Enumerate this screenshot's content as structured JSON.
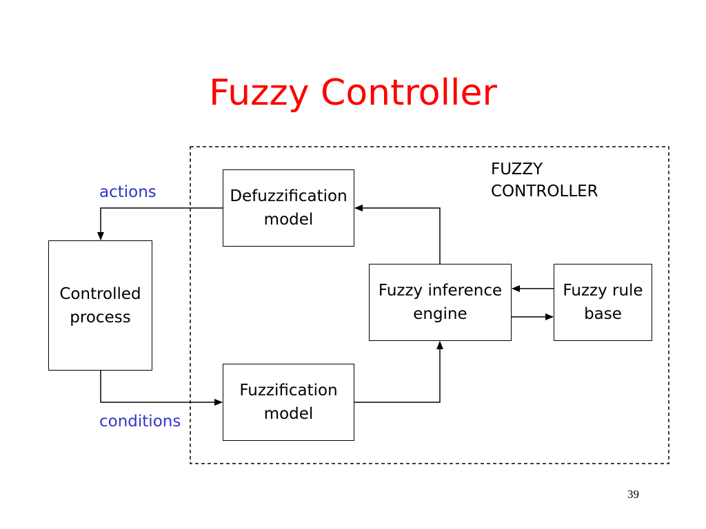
{
  "slide": {
    "title": "Fuzzy Controller",
    "page_number": "39"
  },
  "colors": {
    "title": "#ff0000",
    "edge_labels": "#3333cc",
    "lines": "#000000"
  },
  "diagram": {
    "group": {
      "label_line1": "FUZZY",
      "label_line2": "CONTROLLER"
    },
    "nodes": {
      "controlled_process": {
        "line1": "Controlled",
        "line2": "process"
      },
      "defuzzification": {
        "line1": "Defuzzification",
        "line2": "model"
      },
      "fuzzification": {
        "line1": "Fuzzification",
        "line2": "model"
      },
      "inference": {
        "line1": "Fuzzy inference",
        "line2": "engine"
      },
      "rulebase": {
        "line1": "Fuzzy rule",
        "line2": "base"
      }
    },
    "edge_labels": {
      "actions": "actions",
      "conditions": "conditions"
    },
    "edges": [
      {
        "from": "Controlled process",
        "to": "Fuzzification model",
        "label": "conditions"
      },
      {
        "from": "Fuzzification model",
        "to": "Fuzzy inference engine"
      },
      {
        "from": "Fuzzy inference engine",
        "to": "Defuzzification model"
      },
      {
        "from": "Defuzzification model",
        "to": "Controlled process",
        "label": "actions"
      },
      {
        "from": "Fuzzy inference engine",
        "to": "Fuzzy rule base"
      },
      {
        "from": "Fuzzy rule base",
        "to": "Fuzzy inference engine"
      }
    ]
  }
}
